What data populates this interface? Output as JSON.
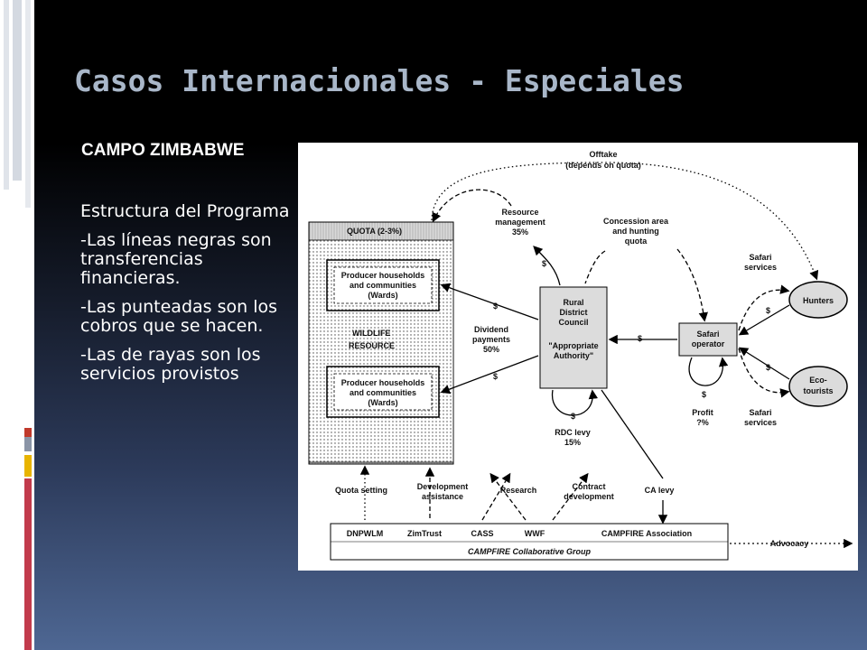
{
  "slide": {
    "title": "Casos Internacionales - Especiales",
    "subtitle": "CAMPO ZIMBABWE",
    "bullets": [
      "Estructura del Programa",
      "-Las líneas negras son transferencias financieras.",
      "-Las punteadas son los cobros que se hacen.",
      "-Las de rayas son los servicios provistos"
    ]
  },
  "colors": {
    "title": "#a9b7c9",
    "accent_red": "#c0392b",
    "accent_yellow": "#e8b400",
    "accent_gray": "#8a94a6"
  },
  "diagram": {
    "offtake": "Offtake",
    "offtake_sub": "(depends on quota)",
    "resource_management": [
      "Resource",
      "management",
      "35%"
    ],
    "concession": [
      "Concession area",
      "and hunting",
      "quota"
    ],
    "safari_services_top": [
      "Safari",
      "services"
    ],
    "safari_services_bottom": [
      "Safari",
      "services"
    ],
    "quota": "QUOTA (2-3%)",
    "wildlife_resource": [
      "WILDLIFE",
      "RESOURCE"
    ],
    "producer_top": [
      "Producer households",
      "and communities",
      "(Wards)"
    ],
    "producer_bottom": [
      "Producer households",
      "and communities",
      "(Wards)"
    ],
    "rdc": [
      "Rural",
      "District",
      "Council"
    ],
    "rdc_quote": [
      "\"Appropriate",
      "Authority\""
    ],
    "dividend": [
      "Dividend",
      "payments",
      "50%"
    ],
    "rdc_levy": [
      "RDC levy",
      "15%"
    ],
    "safari_operator": [
      "Safari",
      "operator"
    ],
    "profit": [
      "Profit",
      "?%"
    ],
    "hunters": "Hunters",
    "ecotourists": [
      "Eco-",
      "tourists"
    ],
    "dollar": "$",
    "quota_setting": "Quota setting",
    "development_assistance": [
      "Development",
      "assistance"
    ],
    "research": "Research",
    "contract_development": [
      "Contract",
      "development"
    ],
    "ca_levy": "CA levy",
    "orgs": [
      "DNPWLM",
      "ZimTrust",
      "CASS",
      "WWF",
      "CAMPFIRE Association"
    ],
    "collaborative": "CAMPFIRE Collaborative Group",
    "advocacy": "Advocacy"
  }
}
